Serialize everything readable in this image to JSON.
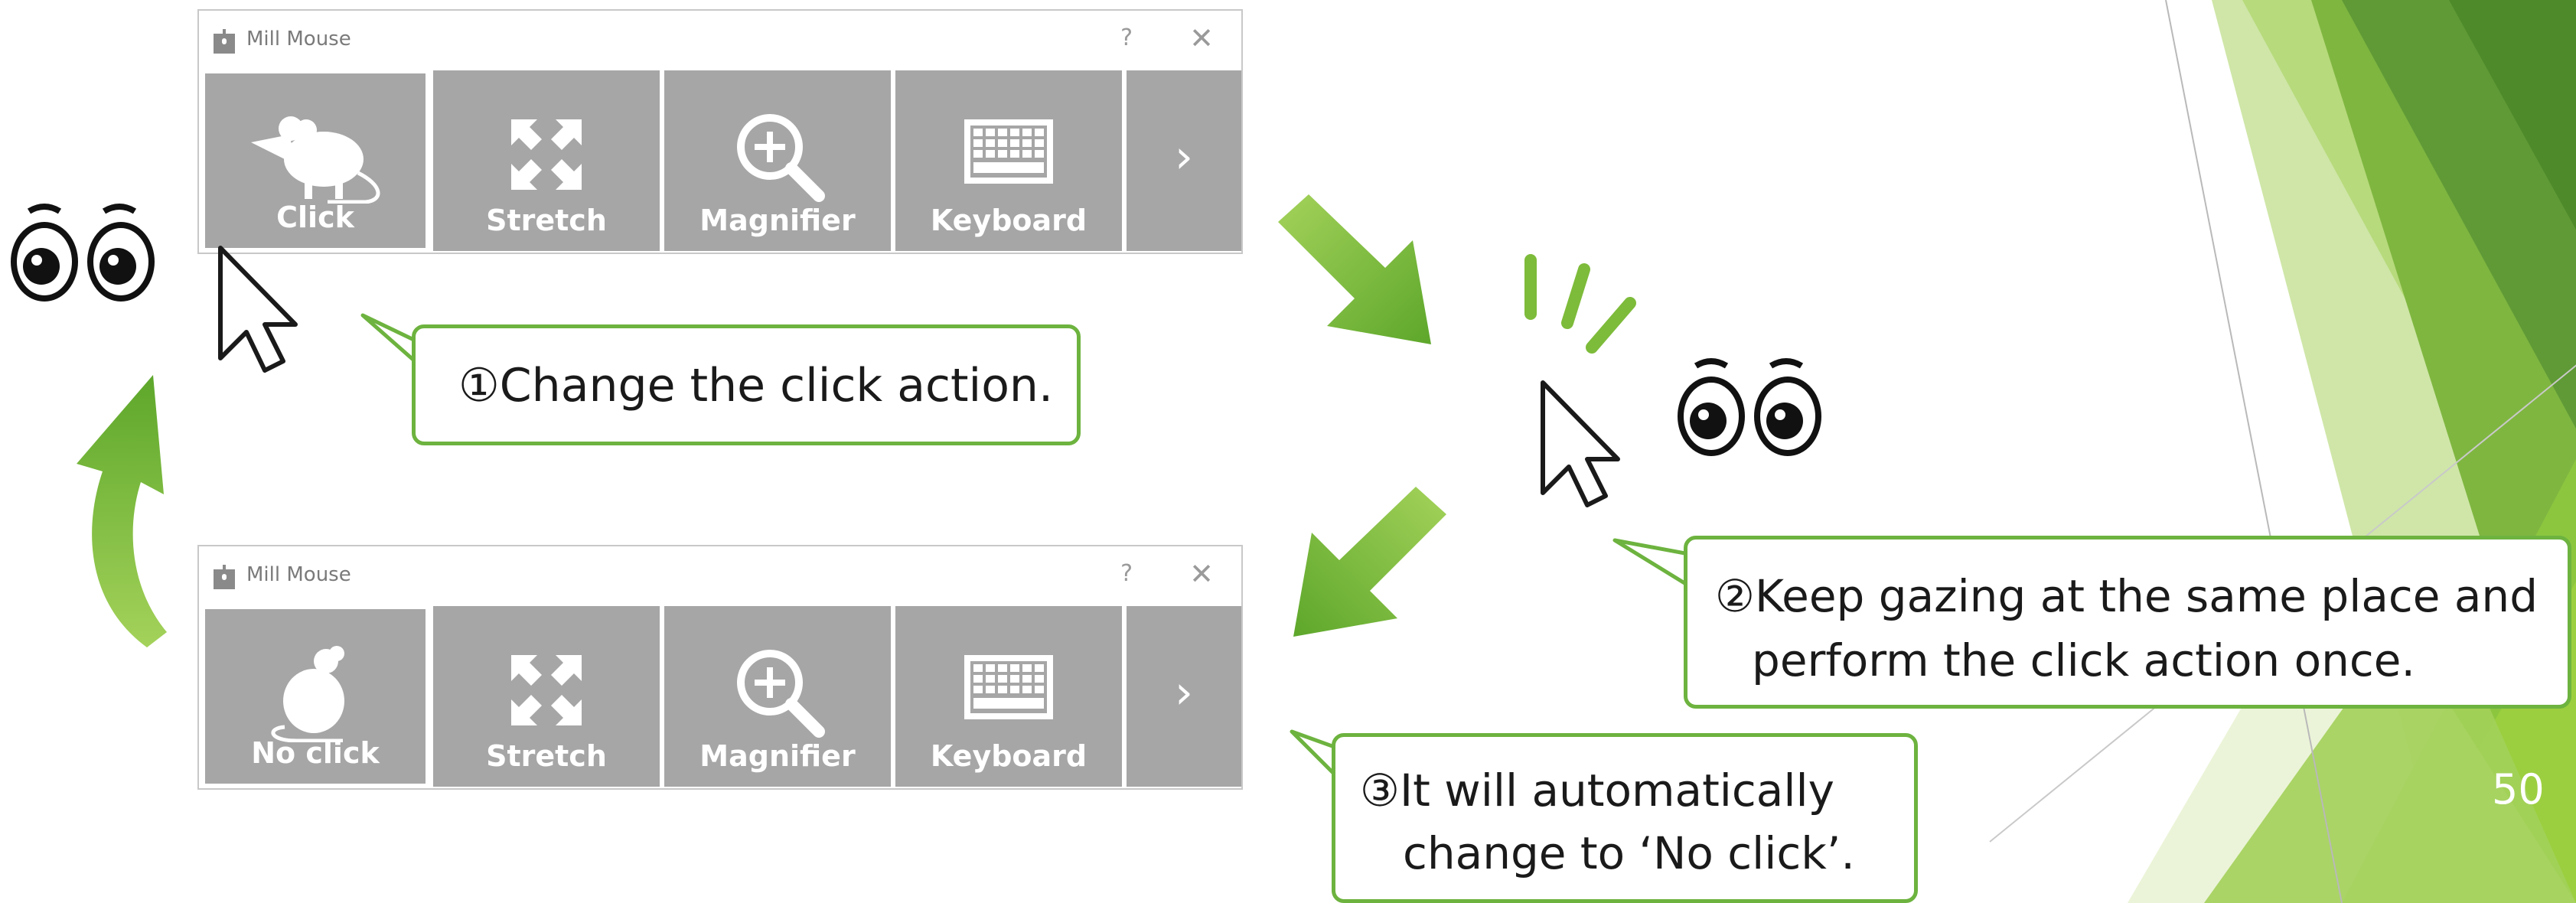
{
  "window1": {
    "title": "Mill Mouse",
    "help": "?",
    "close": "✕",
    "tiles": [
      {
        "label": "Click",
        "icon": "mouse-icon"
      },
      {
        "label": "Stretch",
        "icon": "stretch-arrows-icon"
      },
      {
        "label": "Magnifier",
        "icon": "magnifier-icon"
      },
      {
        "label": "Keyboard",
        "icon": "keyboard-icon"
      }
    ],
    "next": "›"
  },
  "window2": {
    "title": "Mill Mouse",
    "help": "?",
    "close": "✕",
    "tiles": [
      {
        "label": "No click",
        "icon": "sitting-mouse-icon"
      },
      {
        "label": "Stretch",
        "icon": "stretch-arrows-icon"
      },
      {
        "label": "Magnifier",
        "icon": "magnifier-icon"
      },
      {
        "label": "Keyboard",
        "icon": "keyboard-icon"
      }
    ],
    "next": "›"
  },
  "callouts": {
    "step1": "①Change the click action.",
    "step2_line1": "②Keep gazing at the same place and",
    "step2_line2": "perform the click action once.",
    "step3_line1": "③It will automatically",
    "step3_line2": "change to ‘No click’."
  },
  "page_number": "50",
  "colors": {
    "accent_green": "#6db33f",
    "dark_green": "#4e8a2a",
    "light_green": "#a8d36b",
    "tile_gray": "#a6a6a6"
  }
}
